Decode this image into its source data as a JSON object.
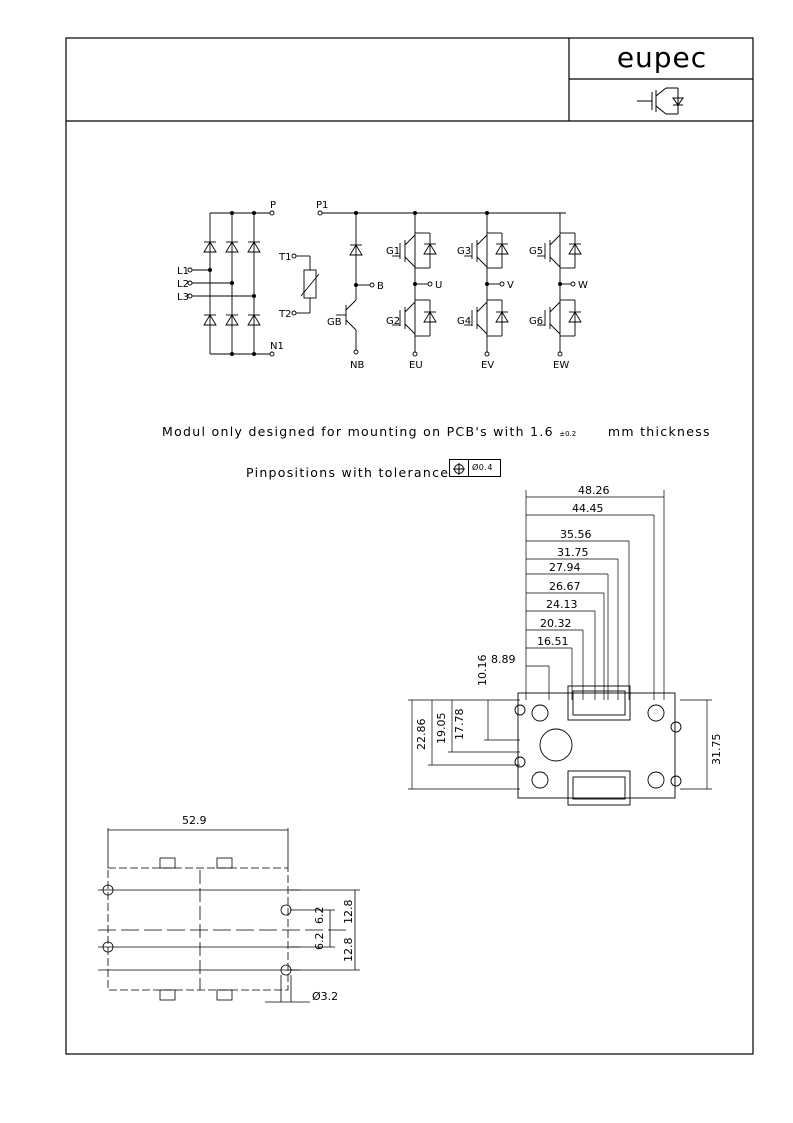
{
  "title_block": {
    "logo_text": "eupec",
    "symbol_icon": "igbt-symbol-icon"
  },
  "notes": {
    "mounting_prefix": "Modul only designed for mounting on PCB's with 1.6",
    "mounting_tolerance": "±0.2",
    "mounting_suffix": "mm thickness",
    "pin_positions_text": "Pinpositions with tolerance",
    "pin_tolerance_value": "Ø0.4",
    "position_icon": "position-tolerance-icon"
  },
  "schematic": {
    "pin_labels": [
      "P",
      "P1",
      "L1",
      "L2",
      "L3",
      "N1",
      "T1",
      "T2",
      "B",
      "GB",
      "NB",
      "G1",
      "G2",
      "G3",
      "G4",
      "G5",
      "G6",
      "U",
      "V",
      "W",
      "EU",
      "EV",
      "EW"
    ]
  },
  "top_view": {
    "horizontal_dims": [
      "48.26",
      "44.45",
      "35.56",
      "31.75",
      "27.94",
      "26.67",
      "24.13",
      "20.32",
      "16.51",
      "8.89"
    ],
    "vertical_dims": [
      "10.16",
      "22.86",
      "19.05",
      "17.78",
      "31.75"
    ]
  },
  "pcb_view": {
    "width_dim": "52.9",
    "vertical_dims": [
      "6.2",
      "6.2",
      "12.8",
      "12.8"
    ],
    "hole_dim": "Ø3.2"
  }
}
